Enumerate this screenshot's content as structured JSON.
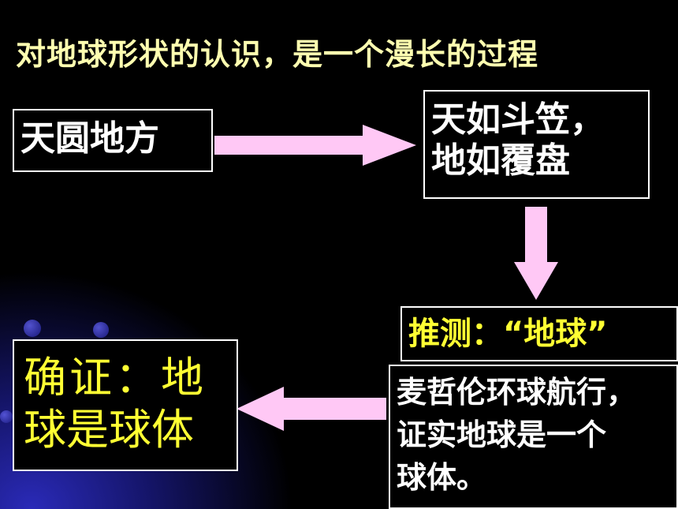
{
  "title": "对地球形状的认识，是一个漫长的过程",
  "stages": {
    "stage1": "天圆地方",
    "stage2_line1": "天如斗笠，",
    "stage2_line2": "地如覆盘",
    "stage3": "推测：“地球”",
    "stage4_line1": "麦哲伦环球航行，",
    "stage4_line2": "证实地球是一个",
    "stage4_line3": "球体。",
    "stage5_line1": "确证：地",
    "stage5_line2": "球是球体"
  },
  "colors": {
    "background": "#000000",
    "title": "#ffffb0",
    "box_text": "#ffffff",
    "highlight_text": "#ffff33",
    "arrow": "#ffc8f5"
  }
}
